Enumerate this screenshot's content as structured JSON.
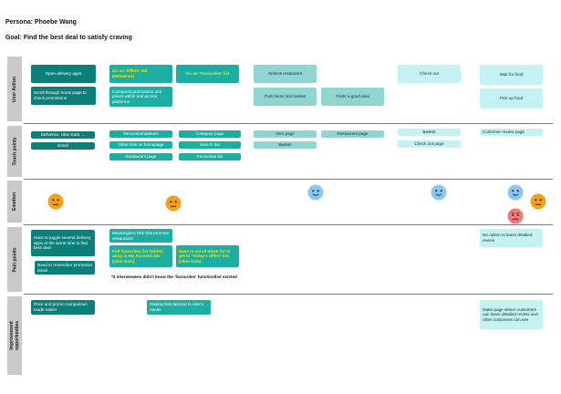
{
  "persona": "Persona: Phoebe Wang",
  "goal": "Goal: Find the best deal to satisfy craving",
  "rows": {
    "user_action": "User Action",
    "touch_points": "Touch points",
    "emotion": "Emotion",
    "pain_points": "Pain points",
    "improvement": "Improvement opportunities"
  },
  "user_action": {
    "open_apps": "Open delivery apps",
    "scroll_home": "Scroll through home page to check promotions",
    "offers_tab": "Go on 'Offers' tab (Deliveroo)",
    "compare_promos": "Compares promotions and prices within and across platforms",
    "favourites_list": "Go on 'Favourites' list",
    "select_restaurant": "Selects restaurant",
    "items_basket": "Puts items into basket",
    "finds_deal": "Finds a good deal",
    "check_out": "Check out",
    "wait_food": "Wait for food",
    "pick_up": "Pick up food"
  },
  "touch_points": {
    "apps": "Deliveroo, Uber Eats, ...",
    "email": "Email",
    "recommendations": "Recommendations",
    "other_lists": "Other lists on homepage",
    "restaurant_page_1": "Restaurant page",
    "category_page": "Category page",
    "search_bar": "Search bar",
    "favourites_list": "Favourites list",
    "item_page": "Item page",
    "restaurant_page_2": "Restaurant page",
    "basket_1": "Basket",
    "basket_2": "Basket",
    "check_out_page": "Check out page",
    "review_page": "Customer review page"
  },
  "emotions": [
    {
      "name": "neutral",
      "color": "#f5a115"
    },
    {
      "name": "neutral",
      "color": "#f5a115"
    },
    {
      "name": "happy",
      "color": "#8dc6ef"
    },
    {
      "name": "happy",
      "color": "#8dc6ef"
    },
    {
      "name": "happy",
      "color": "#8dc6ef"
    },
    {
      "name": "neutral",
      "color": "#f5a115"
    },
    {
      "name": "angry",
      "color": "#f07a7a"
    }
  ],
  "pain_points": {
    "juggle_apps": "Have to juggle several delivery apps at the same time to find best deal",
    "remember_email": "Need to remember promotion email",
    "meaningless_lists": "Meaningless lists that promote restaurants",
    "favourites_hidden": "Full favourites list hidden away in My Account tab (Uber Eats)",
    "scroll_down": "Have to scroll down for to get to 'Today's offers' list (Uber Eats)",
    "interviewees_note": "*3 interviewees didn't know the 'favourites' function/list existed",
    "no_review": "No option to leave detailed review"
  },
  "improvement": {
    "price_compare": "Price and promo comparison made easier",
    "tailored_lists": "Display lists tailored to user's needs",
    "review_page": "Make page where customers can leave detailed review and other customers can see"
  },
  "colors": {
    "dark_teal": "#0d7f79",
    "teal": "#1cada3",
    "light_teal": "#8fd6d3",
    "pale_teal": "#c4f1f1",
    "highlight_yellow": "#f6e600",
    "row_label_grey": "#c9c9c9"
  }
}
